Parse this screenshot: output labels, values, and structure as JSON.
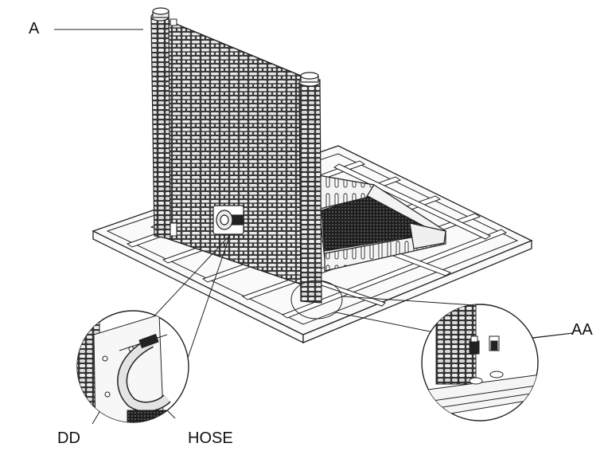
{
  "diagram": {
    "labels": {
      "panel": "A",
      "fastener": "AA",
      "bracket": "DD",
      "hose": "HOSE"
    }
  }
}
